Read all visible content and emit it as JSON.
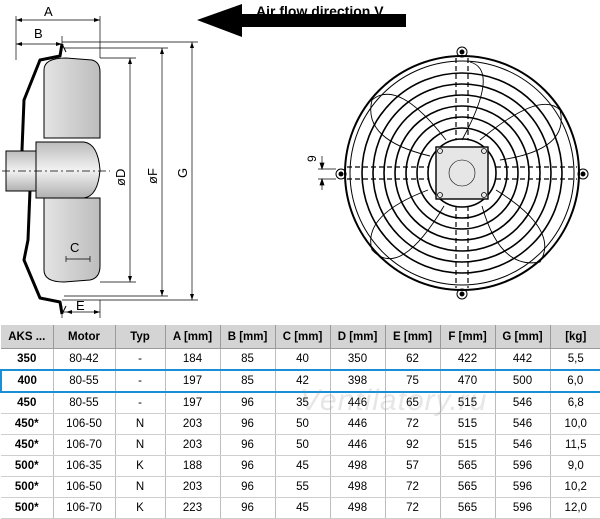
{
  "drawing": {
    "air_flow_label": "Air flow direction V",
    "dimension_labels": {
      "a": "A",
      "b": "B",
      "c": "C",
      "d": "øD",
      "e": "E",
      "f": "øF",
      "g": "G",
      "nine": "9"
    }
  },
  "table": {
    "headers": [
      "AKS ...",
      "Motor",
      "Typ",
      "A [mm]",
      "B [mm]",
      "C [mm]",
      "D [mm]",
      "E [mm]",
      "F [mm]",
      "G [mm]",
      "[kg]"
    ],
    "highlight_row": 1,
    "highlight_color": "#1a8fd6",
    "rows": [
      [
        "350",
        "80-42",
        "-",
        "184",
        "85",
        "40",
        "350",
        "62",
        "422",
        "442",
        "5,5"
      ],
      [
        "400",
        "80-55",
        "-",
        "197",
        "85",
        "42",
        "398",
        "75",
        "470",
        "500",
        "6,0"
      ],
      [
        "450",
        "80-55",
        "-",
        "197",
        "96",
        "35",
        "446",
        "65",
        "515",
        "546",
        "6,8"
      ],
      [
        "450*",
        "106-50",
        "N",
        "203",
        "96",
        "50",
        "446",
        "72",
        "515",
        "546",
        "10,0"
      ],
      [
        "450*",
        "106-70",
        "N",
        "203",
        "96",
        "50",
        "446",
        "92",
        "515",
        "546",
        "11,5"
      ],
      [
        "500*",
        "106-35",
        "K",
        "188",
        "96",
        "45",
        "498",
        "57",
        "565",
        "596",
        "9,0"
      ],
      [
        "500*",
        "106-50",
        "N",
        "203",
        "96",
        "55",
        "498",
        "72",
        "565",
        "596",
        "10,2"
      ],
      [
        "500*",
        "106-70",
        "K",
        "223",
        "96",
        "45",
        "498",
        "72",
        "565",
        "596",
        "12,0"
      ]
    ]
  },
  "watermark": "Ventilatory.ru"
}
